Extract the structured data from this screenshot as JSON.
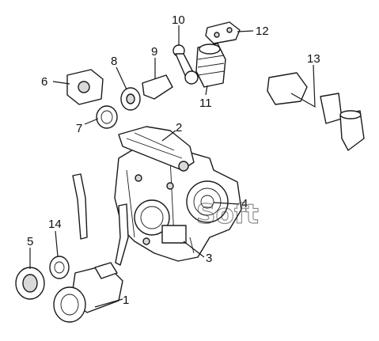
{
  "callouts": [
    {
      "id": "1",
      "label": "1"
    },
    {
      "id": "2",
      "label": "2"
    },
    {
      "id": "3",
      "label": "3"
    },
    {
      "id": "4",
      "label": "4"
    },
    {
      "id": "5",
      "label": "5"
    },
    {
      "id": "6",
      "label": "6"
    },
    {
      "id": "7",
      "label": "7"
    },
    {
      "id": "8",
      "label": "8"
    },
    {
      "id": "9",
      "label": "9"
    },
    {
      "id": "10",
      "label": "10"
    },
    {
      "id": "11",
      "label": "11"
    },
    {
      "id": "12",
      "label": "12"
    },
    {
      "id": "13",
      "label": "13"
    },
    {
      "id": "14",
      "label": "14"
    }
  ],
  "watermark": "Soft"
}
